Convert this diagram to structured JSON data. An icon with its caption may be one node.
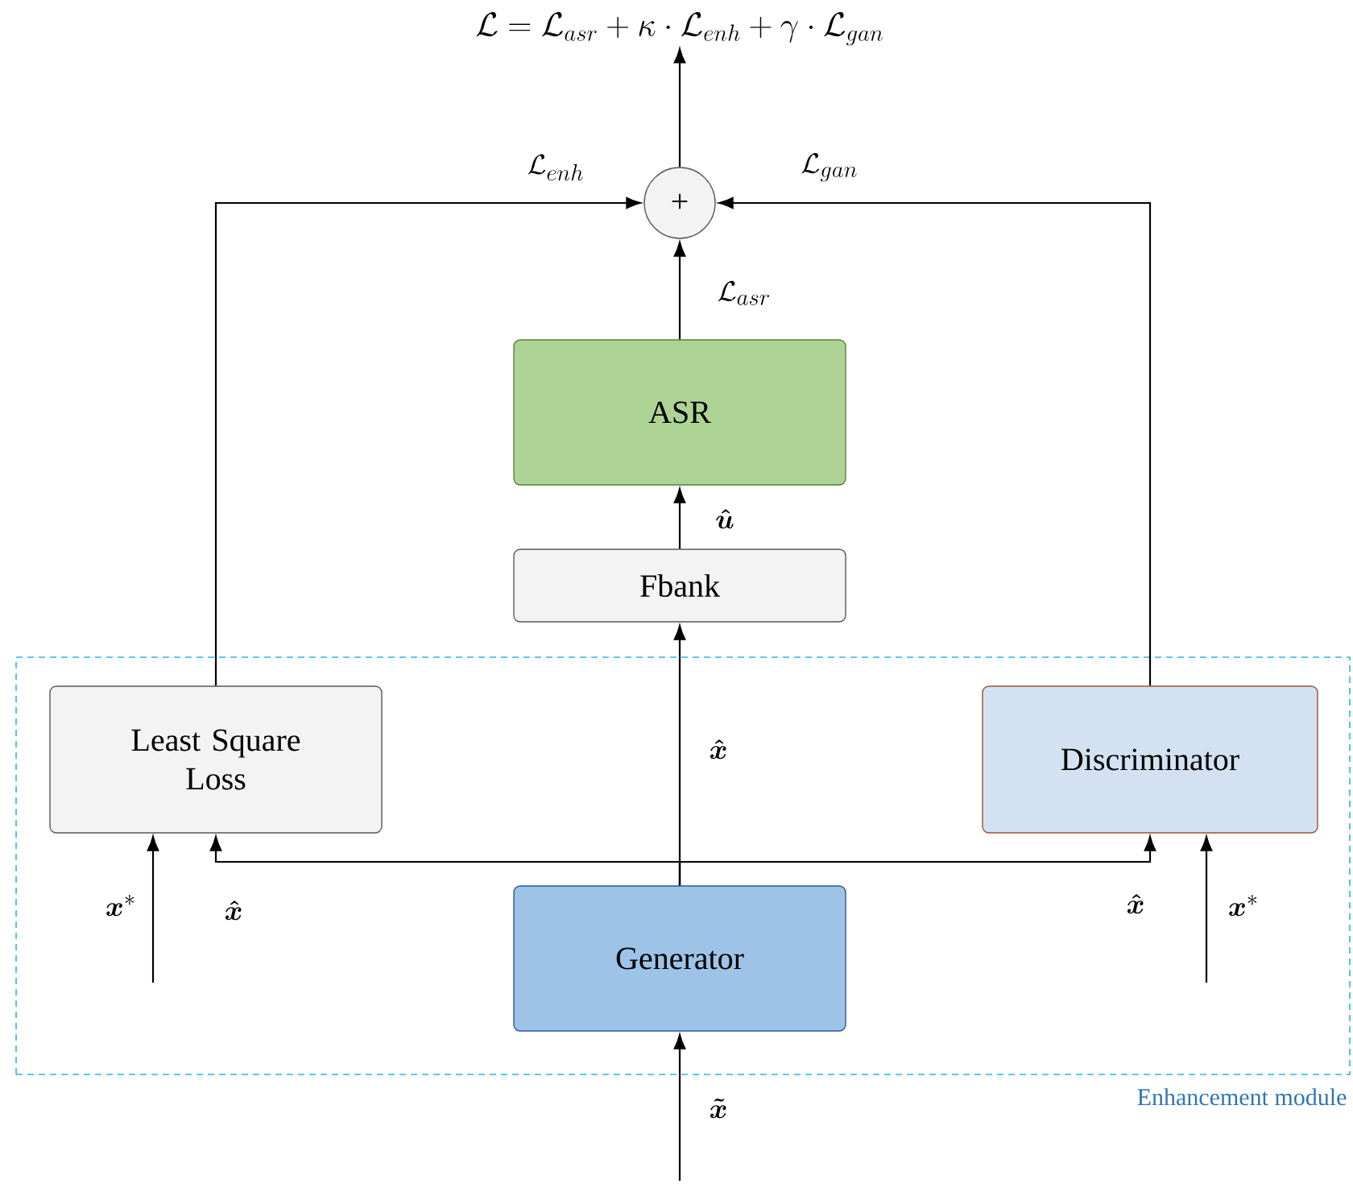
{
  "diagram": {
    "nodes": [
      {
        "text": [
          "Enhancement module"
        ]
      },
      {
        "text": [
          "Least Square Loss"
        ],
        "in": 0
      },
      {
        "text": [
          "Discriminator"
        ],
        "in": 0
      },
      {
        "text": [
          "Generator"
        ],
        "in": 0
      },
      {
        "text": [
          "Fbank"
        ]
      },
      {
        "text": [
          "ASR"
        ]
      },
      {
        "text": [
          "+"
        ]
      },
      {
        "text": [
          "\\mathcal{L} = \\mathcal{L}_{asr} + \\kappa \\cdot \\mathcal{L}_{enh} + \\gamma \\cdot \\mathcal{L}_{gan}"
        ]
      }
    ],
    "edges": [
      {
        "from": 3,
        "to": 4,
        "arrow": "to",
        "label": "\\boldsymbol{\\hat{x}}"
      },
      {
        "from": 3,
        "to": 1,
        "arrow": "to",
        "label": "\\boldsymbol{\\hat{x}}"
      },
      {
        "from": 3,
        "to": 2,
        "arrow": "to",
        "label": "\\boldsymbol{\\hat{x}}"
      },
      {
        "from": null,
        "to": 1,
        "arrow": "to",
        "label": "\\boldsymbol{x}^{*}"
      },
      {
        "from": null,
        "to": 2,
        "arrow": "to",
        "label": "\\boldsymbol{x}^{*}"
      },
      {
        "from": null,
        "to": 3,
        "arrow": "to",
        "label": "\\boldsymbol{\\tilde{x}}"
      },
      {
        "from": 4,
        "to": 5,
        "arrow": "to",
        "label": "\\boldsymbol{\\hat{u}}"
      },
      {
        "from": 5,
        "to": 6,
        "arrow": "to",
        "label": "\\mathcal{L}_{asr}"
      },
      {
        "from": 1,
        "to": 6,
        "arrow": "to",
        "label": "\\mathcal{L}_{enh}"
      },
      {
        "from": 2,
        "to": 6,
        "arrow": "to",
        "label": "\\mathcal{L}_{gan}"
      },
      {
        "from": 6,
        "to": 7,
        "arrow": "to"
      }
    ]
  }
}
